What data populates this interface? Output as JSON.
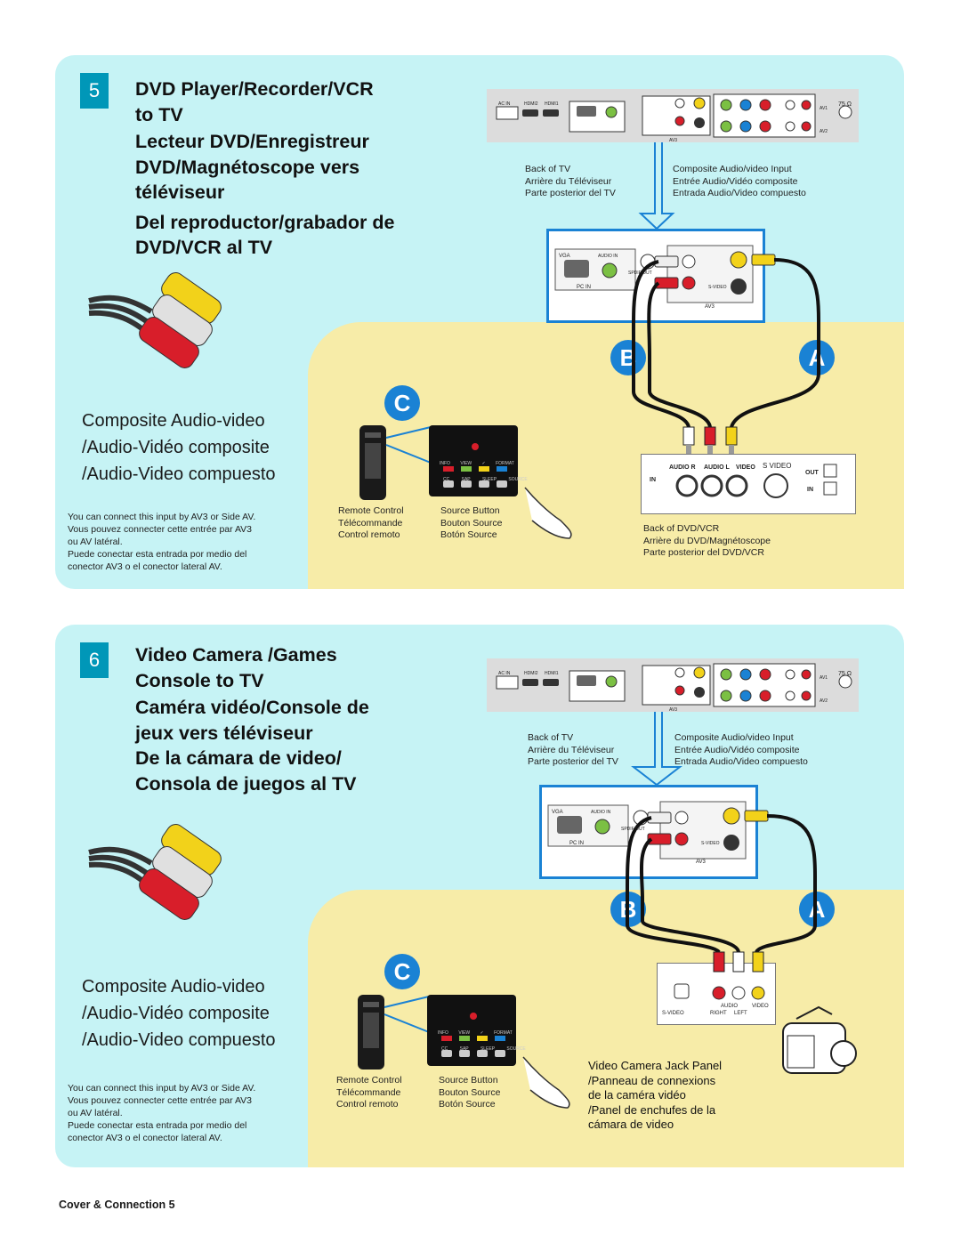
{
  "step5": {
    "number": "5",
    "title": [
      "DVD Player/Recorder/VCR",
      "to TV",
      "Lecteur DVD/Enregistreur",
      "DVD/Magnétoscope vers",
      "téléviseur",
      "Del reproductor/grabador de",
      "DVD/VCR al TV"
    ],
    "composite": [
      "Composite Audio-video",
      "/Audio-Vidéo composite",
      "/Audio-Video compuesto"
    ],
    "note": [
      "You can connect this input by AV3 or Side AV.",
      "Vous pouvez connecter cette entrée par AV3",
      "ou AV latéral.",
      "Puede conectar esta entrada por medio del",
      "conector AV3 o el conector lateral AV."
    ],
    "back_of_tv": [
      "Back of TV",
      "Arrière du Téléviseur",
      "Parte posterior del TV"
    ],
    "composite_input": [
      "Composite Audio/video Input",
      "Entrée Audio/Vidéo composite",
      "Entrada Audio/Video compuesto"
    ],
    "remote": [
      "Remote Control",
      "Télécommande",
      "Control remoto"
    ],
    "source_button": [
      "Source Button",
      "Bouton Source",
      "Botón Source"
    ],
    "device_label": [
      "Back of DVD/VCR",
      "Arrière du DVD/Magnétoscope",
      "Parte posterior del DVD/VCR"
    ],
    "dvd_panel": {
      "audio_r": "AUDIO R",
      "audio_l": "AUDIO L",
      "video": "VIDEO",
      "s_video": "S VIDEO",
      "out": "OUT",
      "in_left": "IN",
      "in_right": "IN"
    },
    "remote_buttons": [
      "INFO",
      "VIEW",
      "✓",
      "FORMAT",
      "CC",
      "SAP",
      "SLEEP",
      "SOURCE"
    ]
  },
  "step6": {
    "number": "6",
    "title": [
      "Video Camera /Games",
      "Console to TV",
      "Caméra vidéo/Console de",
      "jeux vers téléviseur",
      "De la cámara de video/",
      "Consola de juegos al TV"
    ],
    "composite": [
      "Composite Audio-video",
      "/Audio-Vidéo composite",
      "/Audio-Video compuesto"
    ],
    "note": [
      "You can connect this input by AV3 or Side AV.",
      "Vous pouvez connecter cette entrée par AV3",
      "ou AV latéral.",
      "Puede conectar esta entrada por medio del",
      "conector AV3 o el conector lateral AV."
    ],
    "back_of_tv": [
      "Back of TV",
      "Arrière du Téléviseur",
      "Parte posterior del TV"
    ],
    "composite_input": [
      "Composite Audio/video Input",
      "Entrée Audio/Vidéo composite",
      "Entrada Audio/Video compuesto"
    ],
    "remote": [
      "Remote Control",
      "Télécommande",
      "Control remoto"
    ],
    "source_button": [
      "Source Button",
      "Bouton Source",
      "Botón Source"
    ],
    "device_label": [
      "Video Camera Jack Panel",
      "/Panneau de connexions",
      "de la caméra vidéo",
      "/Panel de enchufes de la",
      "cámara de video"
    ],
    "cam_panel": {
      "s_video": "S-VIDEO",
      "audio": "AUDIO",
      "right": "RIGHT",
      "left": "LEFT",
      "video": "VIDEO"
    },
    "remote_buttons": [
      "INFO",
      "VIEW",
      "✓",
      "FORMAT",
      "CC",
      "SAP",
      "SLEEP",
      "SOURCE"
    ]
  },
  "tv_panel": {
    "ac_in": "AC IN",
    "hdmi2": "HDMI2",
    "hdmi1": "HDMI1",
    "vga": "VGA",
    "audio_in": "AUDIO IN",
    "pc_in": "PC IN",
    "spdif": "SPDIF OUT",
    "s_video": "S-VIDEO",
    "av3": "AV3",
    "av1": "AV1",
    "av2": "AV2",
    "ohm": "75 Ω"
  },
  "badges": {
    "a": "A",
    "b": "B",
    "c": "C"
  },
  "footer": "Cover & Connection 5",
  "colors": {
    "panel": "#c6f3f5",
    "yellow": "#f7eca8",
    "accent": "#0097b8",
    "badge": "#1a82d4",
    "plug_red": "#d81e2a",
    "plug_yellow": "#f2d21a"
  }
}
